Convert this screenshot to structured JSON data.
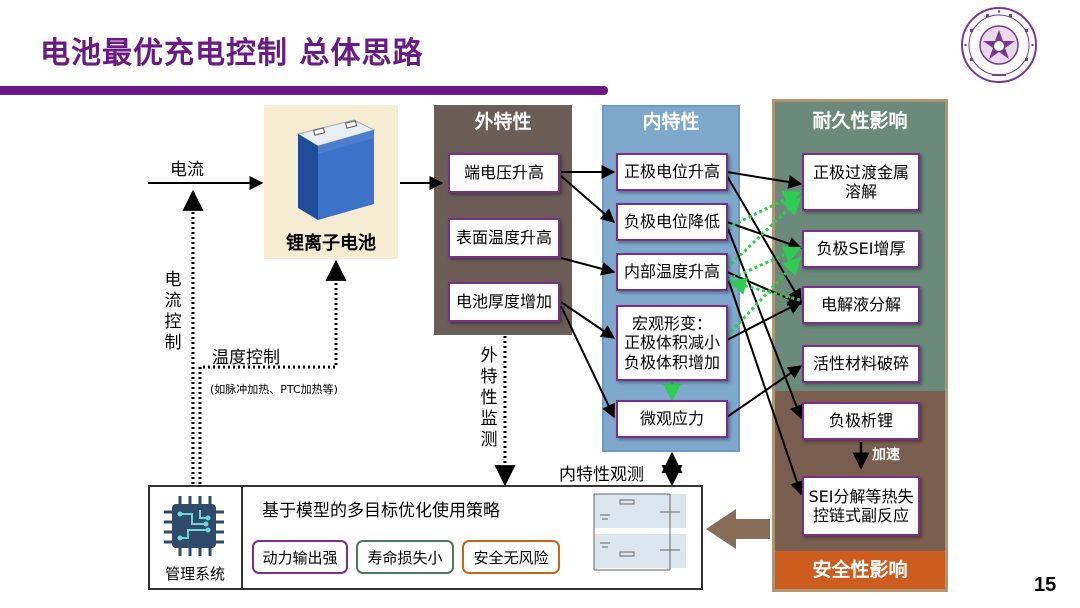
{
  "title": "电池最优充电控制  总体思路",
  "page_number": "15",
  "battery": {
    "label": "锂离子电池"
  },
  "inputs": {
    "current": "电流",
    "current_control": "电\n流\n控\n制",
    "temp_control": "温度控制",
    "temp_note": "(如脉冲加热、PTC加热等)"
  },
  "external": {
    "header": "外特性",
    "items": [
      "端电压升高",
      "表面温度升高",
      "电池厚度增加"
    ],
    "monitor_label": "外\n特\n性\n监\n测"
  },
  "internal": {
    "header": "内特性",
    "items": [
      "正极电位升高",
      "负极电位降低",
      "内部温度升高",
      "宏观形变：\n正极体积减小\n负极体积增加",
      "微观应力"
    ],
    "observe_label": "内特性观测"
  },
  "durability": {
    "header": "耐久性影响",
    "items": [
      "正极过渡金属\n溶解",
      "负极SEI增厚",
      "电解液分解",
      "活性材料破碎",
      "负极析锂"
    ],
    "accel_label": "加速"
  },
  "safety": {
    "header": "安全性影响",
    "item": "SEI分解等热失\n控链式副反应"
  },
  "bms": {
    "strategy": "基于模型的多目标优化使用策略",
    "goals": [
      "动力输出强",
      "寿命损失小",
      "安全无风险"
    ],
    "mgmt_label": "管理系统"
  },
  "colors": {
    "title": "#6a1a85",
    "node_border": "#7a2f8e",
    "external_bg": "#6c5d57",
    "internal_bg": "#7fa8cd",
    "durability_bg": "#6b8a7b",
    "safety_header": "#cd5d1f",
    "goal_power": "#7a2f8e",
    "goal_life": "#4a7a5a",
    "goal_safety": "#c8651f"
  }
}
